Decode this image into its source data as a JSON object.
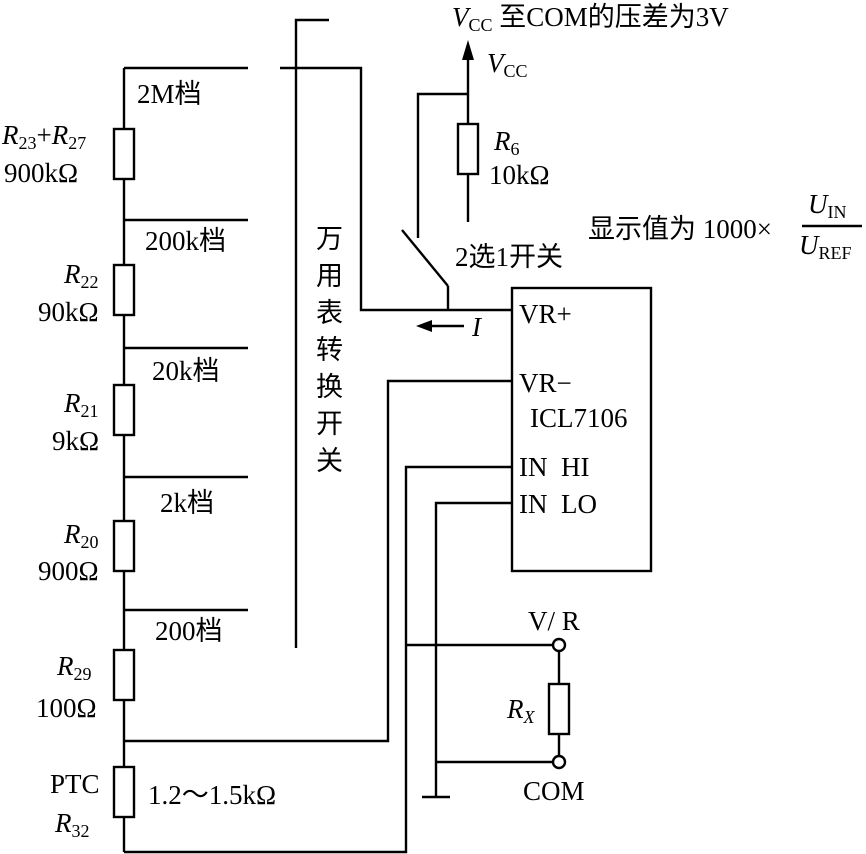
{
  "labels": {
    "note": "V",
    "note_sub": "CC",
    "note_rest": " 至COM的压差为3V",
    "vcc": "V",
    "vcc_sub": "CC",
    "r6_name": "R",
    "r6_sub": "6",
    "r6_value": "10kΩ",
    "display_prefix": "显示值为 1000×",
    "uin": "U",
    "uin_sub": "IN",
    "uref": "U",
    "uref_sub": "REF",
    "switch_2sel1": "2选1开关",
    "current": "I",
    "meter_switch": [
      "万",
      "用",
      "表",
      "转",
      "换",
      "开",
      "关"
    ],
    "range_2m": "2M档",
    "range_200k": "200k档",
    "range_20k": "20k档",
    "range_2k": "2k档",
    "range_200": "200档",
    "r23_27_a": "R",
    "r23_sub": "23",
    "r23_plus": "+",
    "r27_a": "R",
    "r27_sub": "27",
    "r23_27_value": "900kΩ",
    "r22_name": "R",
    "r22_sub": "22",
    "r22_value": "90kΩ",
    "r21_name": "R",
    "r21_sub": "21",
    "r21_value": "9kΩ",
    "r20_name": "R",
    "r20_sub": "20",
    "r20_value": "900Ω",
    "r29_name": "R",
    "r29_sub": "29",
    "r29_value": "100Ω",
    "ptc": "PTC",
    "r32_name": "R",
    "r32_sub": "32",
    "ptc_value": "1.2～1.5kΩ",
    "chip_pins": [
      "VR+",
      "VR−",
      "IN  HI",
      "IN  LO"
    ],
    "chip_name": "ICL7106",
    "terminal_vr": "V/ R",
    "terminal_com": "COM",
    "rx_name": "R",
    "rx_sub": "X"
  }
}
